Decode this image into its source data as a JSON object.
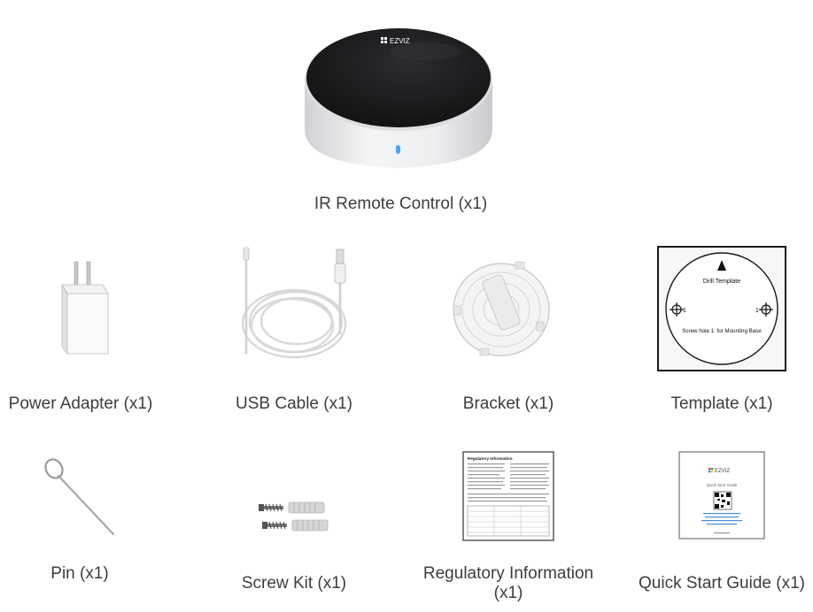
{
  "hero": {
    "caption": "IR Remote Control (x1)",
    "brand": "EZVIZ"
  },
  "items": {
    "power_adapter": "Power Adapter (x1)",
    "usb_cable": "USB Cable (x1)",
    "bracket": "Bracket (x1)",
    "template": "Template (x1)",
    "pin": "Pin (x1)",
    "screw_kit": "Screw Kit (x1)",
    "regulatory_line1": "Regulatory Information",
    "regulatory_line2": "(x1)",
    "quick_start": "Quick Start Guide (x1)"
  },
  "template_card": {
    "title": "Drill Template",
    "left_mark": "1",
    "right_mark": "1",
    "note": "Screw hole 1: for Mounting Base"
  },
  "regulatory_doc": {
    "heading": "Regulatory Information"
  },
  "quick_start_doc": {
    "brand": "EZVIZ",
    "title": "Quick Start Guide"
  },
  "colors": {
    "device_top": "#1b1b1e",
    "device_body": "#e9eaec",
    "led": "#4aa8ff",
    "caption_text": "#3d3d3d"
  }
}
